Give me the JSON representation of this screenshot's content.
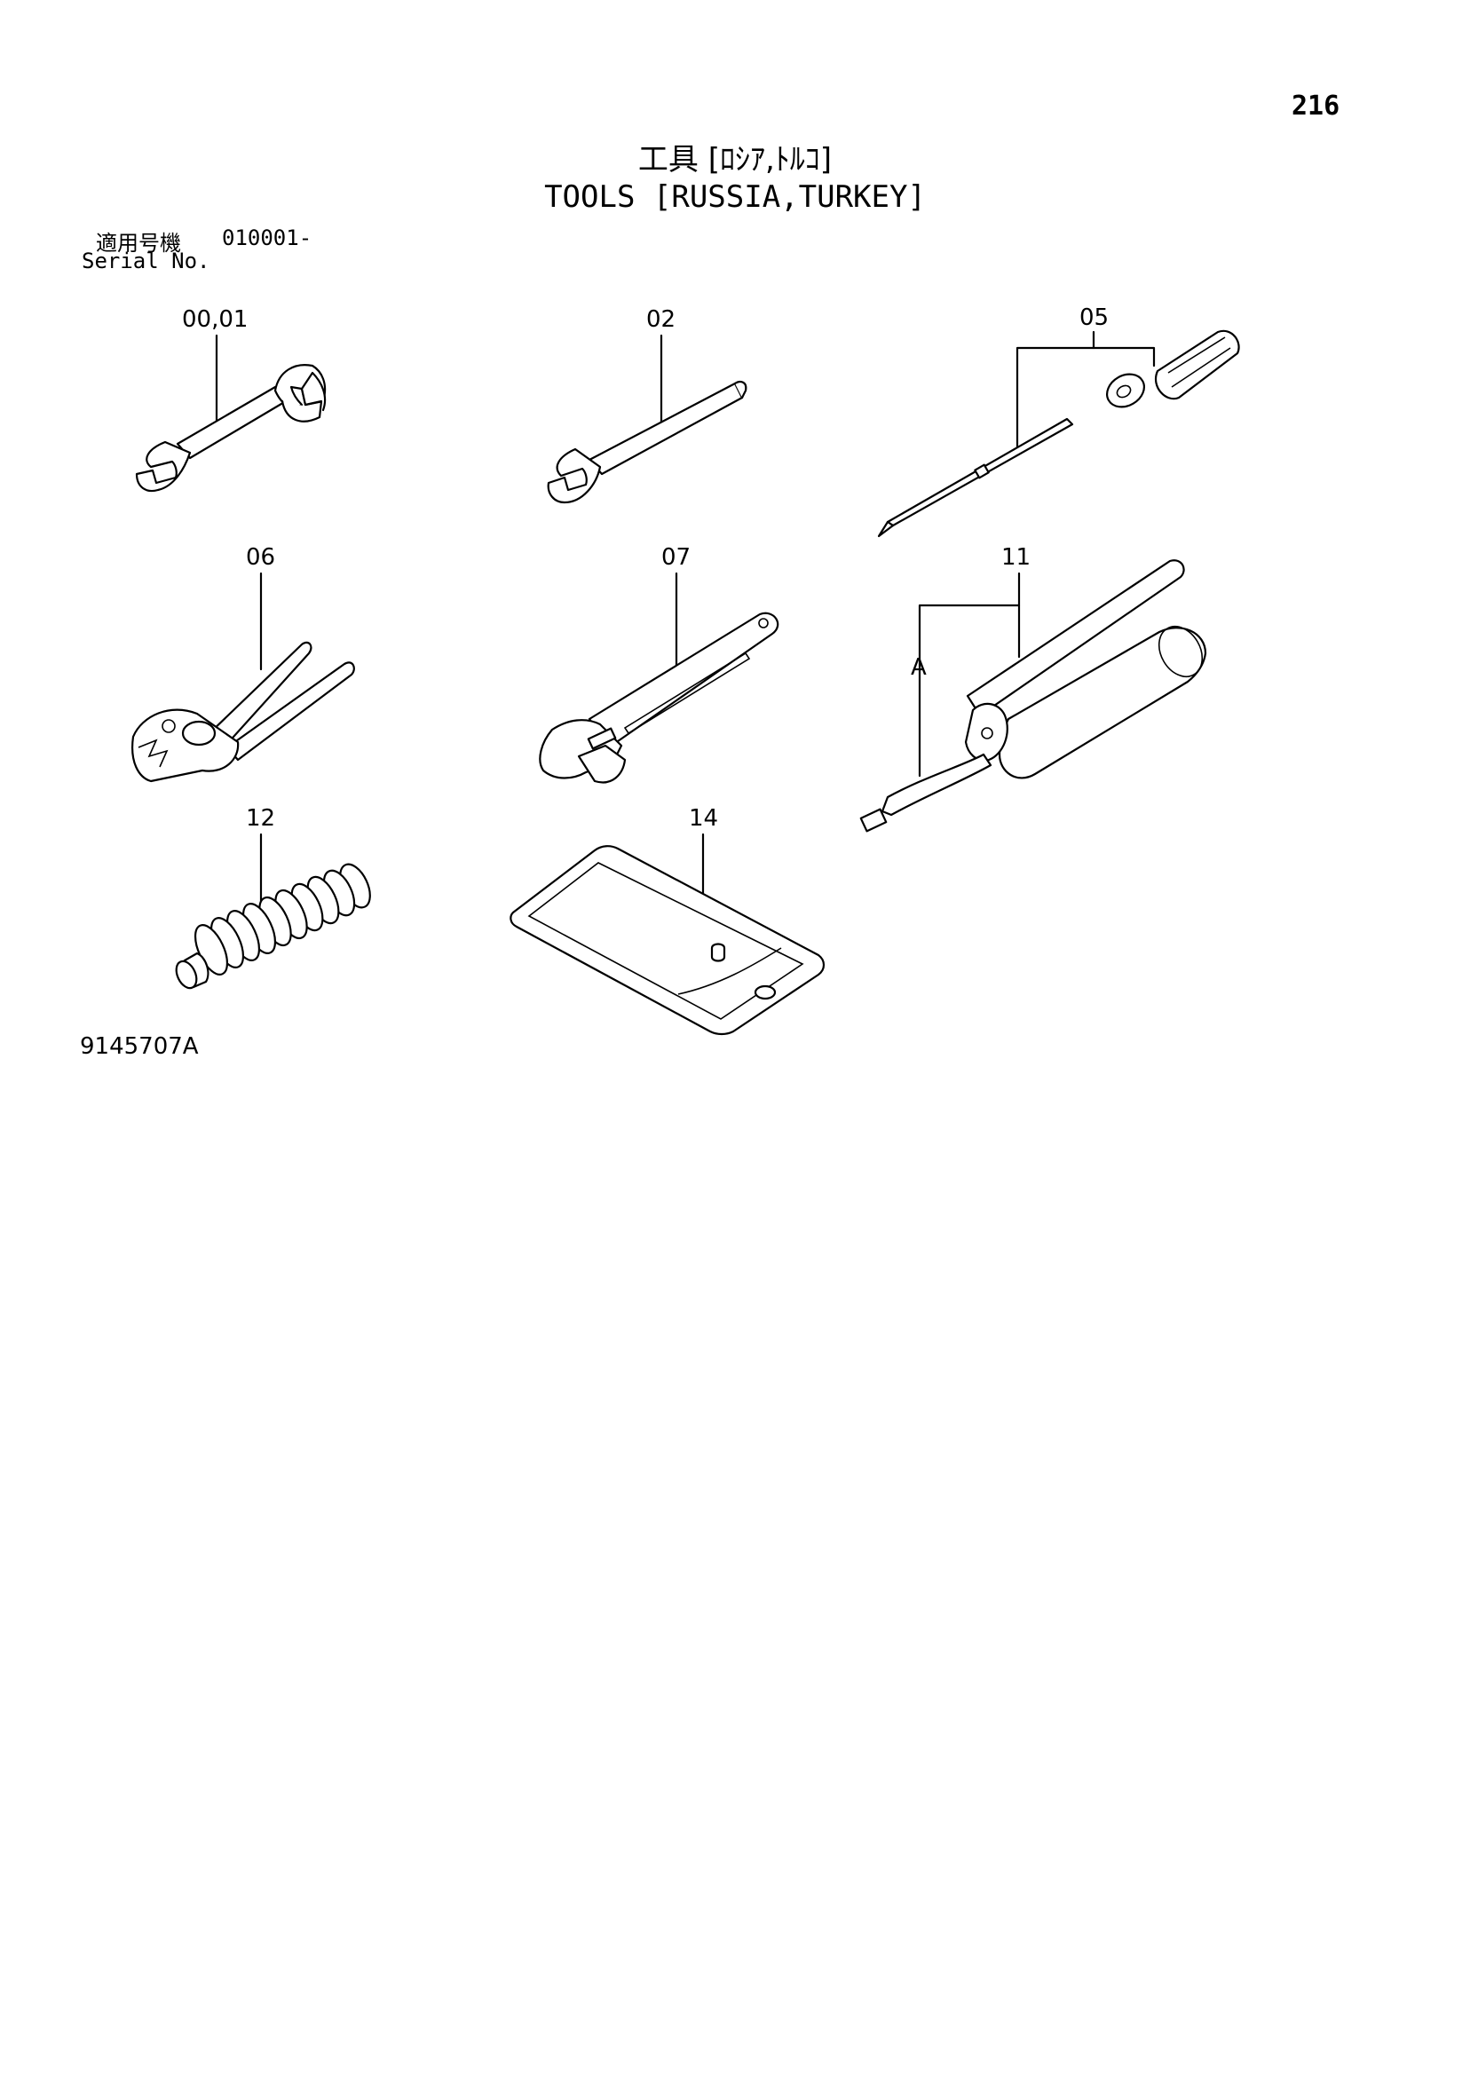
{
  "page": {
    "number": "216",
    "title_jp": "工具 [ﾛｼｱ,ﾄﾙｺ]",
    "title_en": "TOOLS [RUSSIA,TURKEY]",
    "serial_label_jp": "適用号機",
    "serial_value": "010001-",
    "serial_label_en": "Serial No.",
    "figure_number": "9145707A"
  },
  "callouts": {
    "wrench_double": "00,01",
    "wrench_single": "02",
    "screwdriver": "05",
    "pliers": "06",
    "adjustable_wrench": "07",
    "grease_gun": "11",
    "grease_gun_hose": "A",
    "spring": "12",
    "tool_bag": "14"
  }
}
